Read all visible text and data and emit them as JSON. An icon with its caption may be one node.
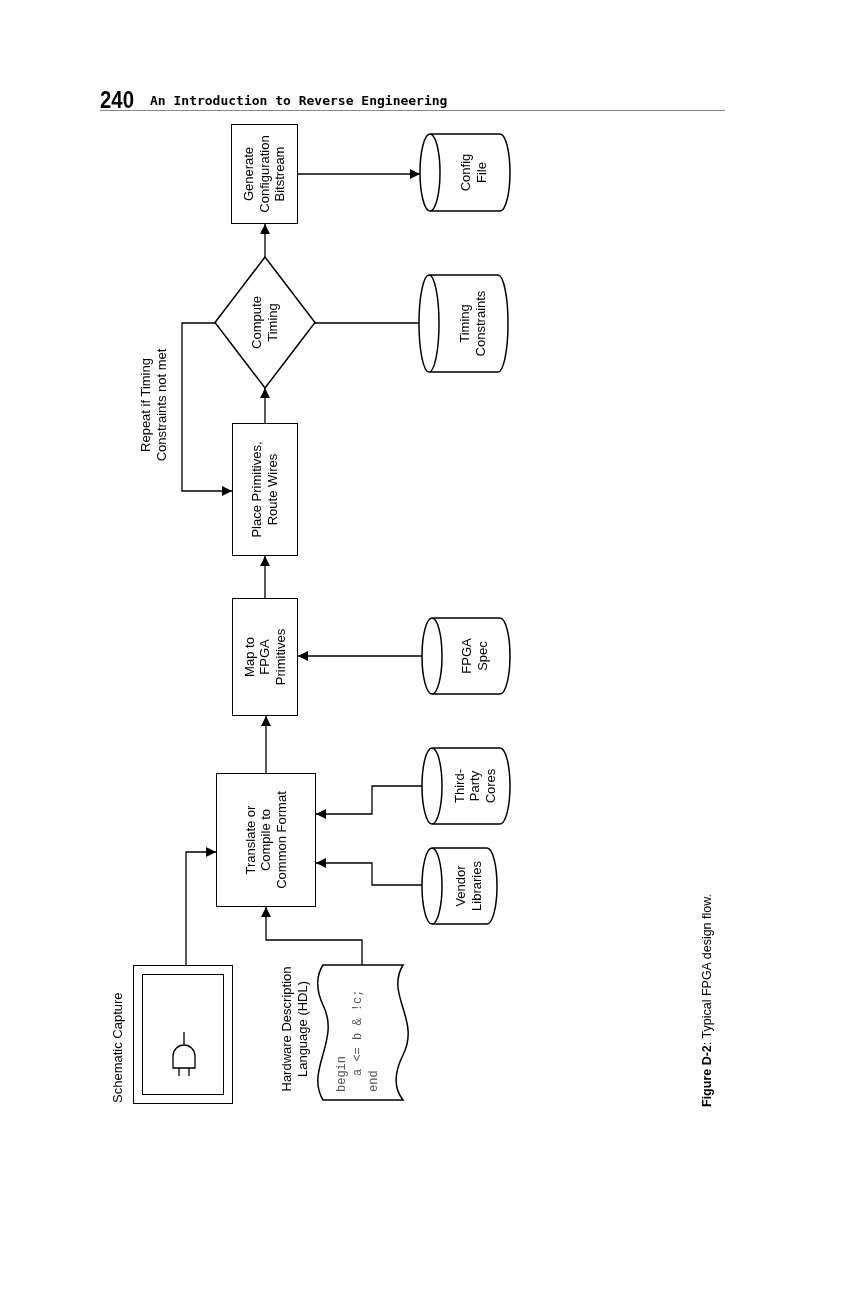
{
  "diagram": {
    "caption": "**Figure D-2**: Typical FPGA design flow.",
    "nodes": [
      {
        "text": [
          "Schematic Capture"
        ]
      },
      {
        "text": [
          "Hardware Description Language (HDL)",
          "begin",
          "a <= b & !c;",
          "end"
        ]
      },
      {
        "text": [
          "Translate or Compile to Common Format"
        ]
      },
      {
        "text": [
          "Vendor Libraries"
        ]
      },
      {
        "text": [
          "Third-Party Cores"
        ]
      },
      {
        "text": [
          "Map to FPGA Primitives"
        ]
      },
      {
        "text": [
          "FPGA Spec"
        ]
      },
      {
        "text": [
          "Place Primitives, Route Wires"
        ]
      },
      {
        "text": [
          "Compute Timing"
        ]
      },
      {
        "text": [
          "Timing Constraints"
        ]
      },
      {
        "text": [
          "Generate Configuration Bitstream"
        ]
      },
      {
        "text": [
          "Config File"
        ]
      }
    ],
    "edges": [
      {
        "from": 0,
        "to": 2,
        "arrow": "to"
      },
      {
        "from": 1,
        "to": 2,
        "arrow": "to"
      },
      {
        "from": 3,
        "to": 2,
        "arrow": "to"
      },
      {
        "from": 4,
        "to": 2,
        "arrow": "to"
      },
      {
        "from": 2,
        "to": 5,
        "arrow": "to"
      },
      {
        "from": 6,
        "to": 5,
        "arrow": "to"
      },
      {
        "from": 5,
        "to": 7,
        "arrow": "to"
      },
      {
        "from": 7,
        "to": 8,
        "arrow": "to"
      },
      {
        "from": 8,
        "to": 10,
        "arrow": "to"
      },
      {
        "from": 8,
        "to": 9,
        "arrow": "none"
      },
      {
        "from": 10,
        "to": 11,
        "arrow": "to"
      },
      {
        "from": 8,
        "to": 7,
        "arrow": "to",
        "label": "Repeat if Timing Constraints not met"
      }
    ],
    "labels": [
      "240",
      "An Introduction to Reverse Engineering"
    ]
  }
}
